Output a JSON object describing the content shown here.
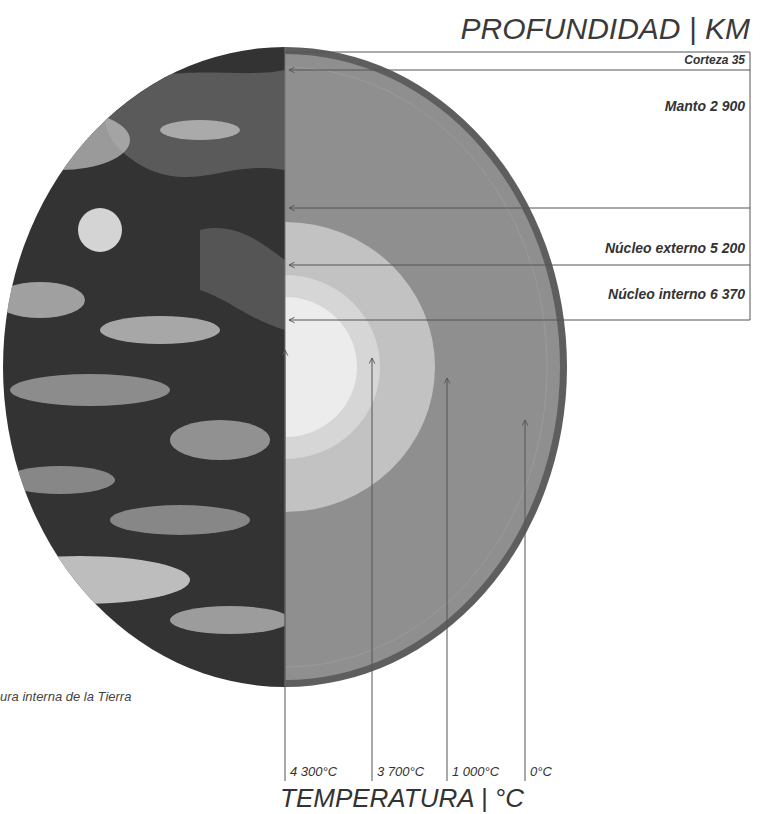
{
  "diagram": {
    "title": "PROFUNDIDAD | KM",
    "caption": "ura interna de la Tierra",
    "labels": [
      "Corteza 35",
      "Manto 2 900",
      "Núcleo externo 5 200",
      "Núcleo interno 6 370",
      "4 300°C",
      "3 700°C",
      "1 000°C",
      "0°C",
      "TEMPERATURA | °C"
    ]
  }
}
